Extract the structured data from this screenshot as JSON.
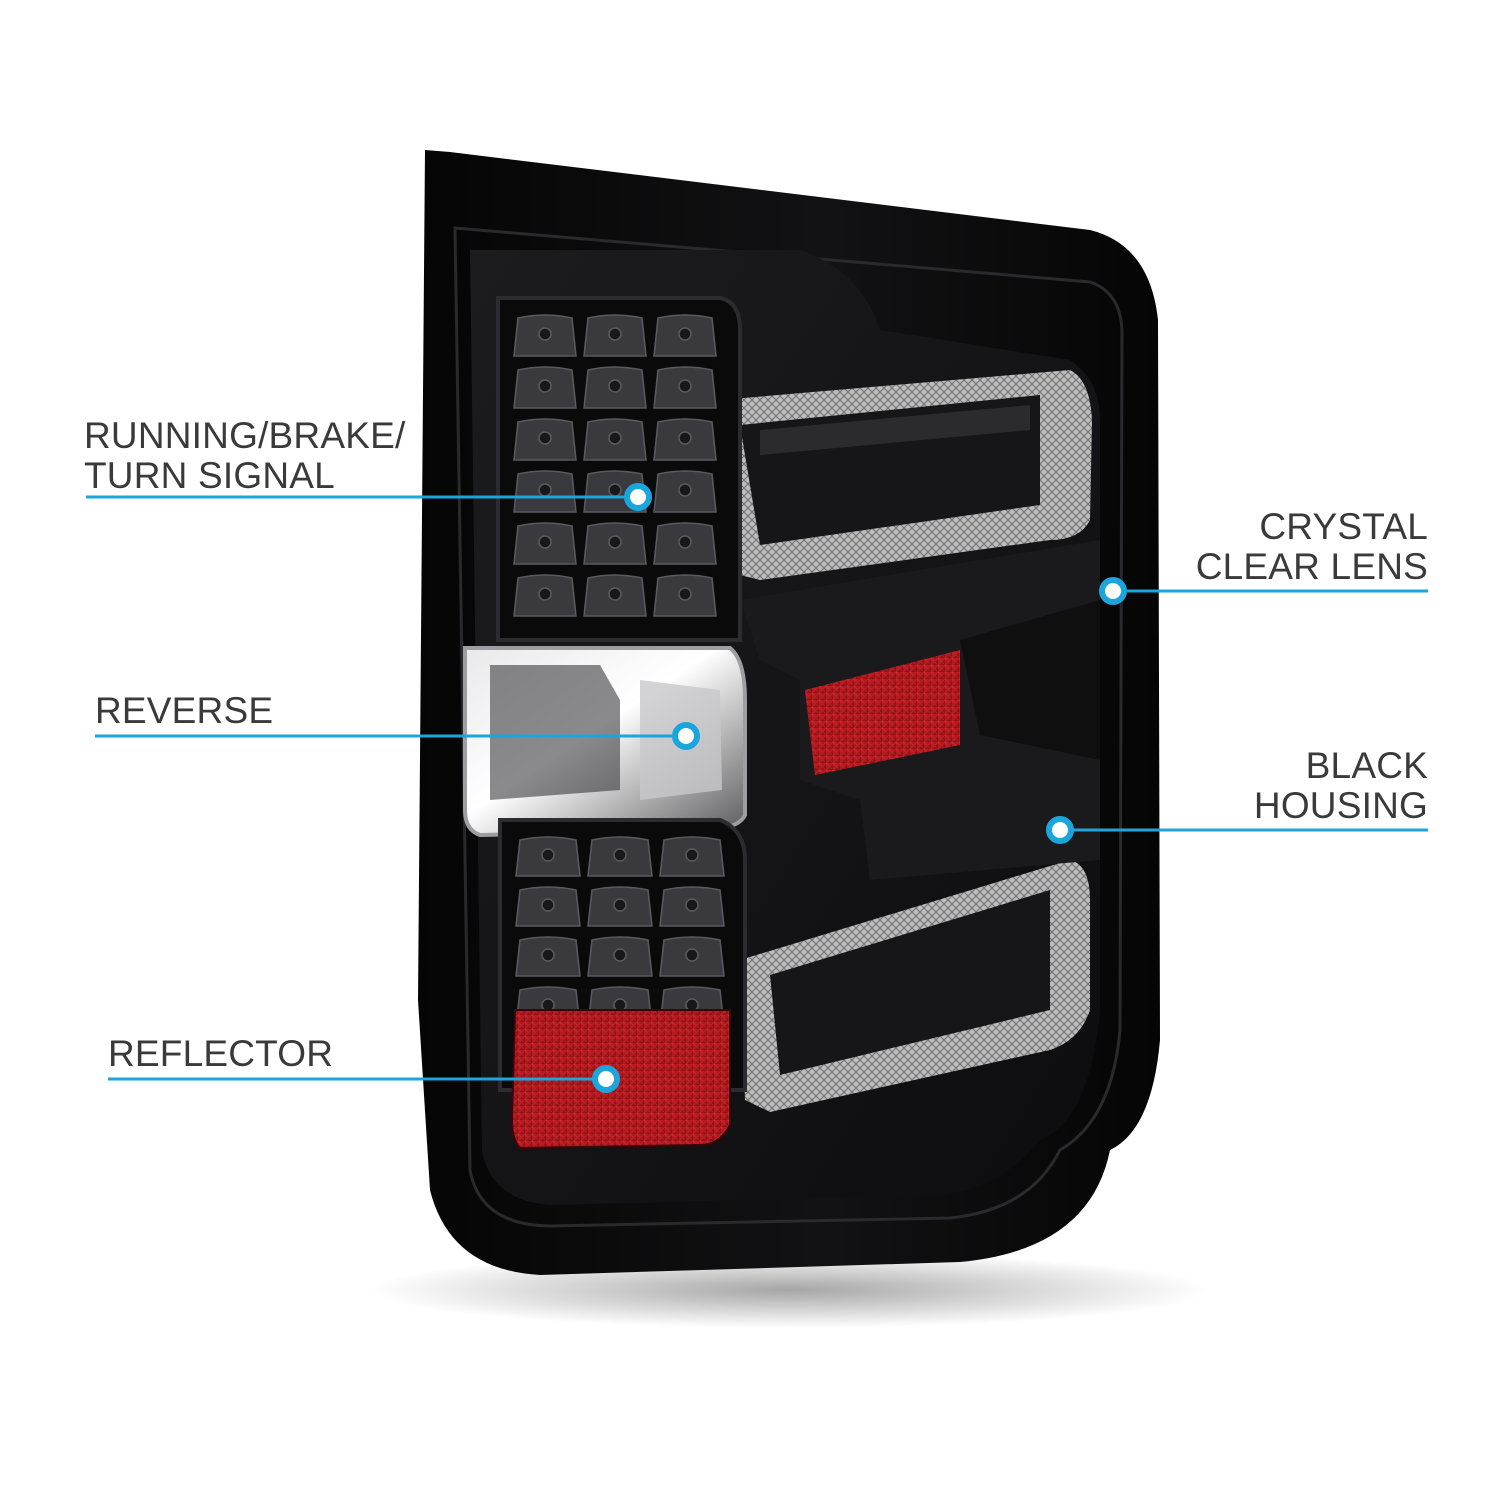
{
  "diagram": {
    "subject": "LED tail light assembly",
    "accent_color": "#1aa6dd",
    "housing_color": "#0b0b0c",
    "reflector_color": "#b3151b",
    "callouts": [
      {
        "id": "running-brake-turn",
        "lines": [
          "RUNNING/BRAKE/",
          "TURN SIGNAL"
        ],
        "side": "left"
      },
      {
        "id": "reverse",
        "lines": [
          "REVERSE"
        ],
        "side": "left"
      },
      {
        "id": "reflector",
        "lines": [
          "REFLECTOR"
        ],
        "side": "left"
      },
      {
        "id": "crystal-clear-lens",
        "lines": [
          "CRYSTAL",
          "CLEAR LENS"
        ],
        "side": "right"
      },
      {
        "id": "black-housing",
        "lines": [
          "BLACK",
          "HOUSING"
        ],
        "side": "right"
      }
    ]
  }
}
